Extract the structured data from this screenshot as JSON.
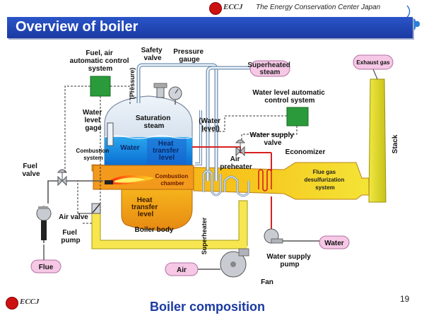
{
  "header": {
    "org_abbr": "ECCJ",
    "org_name": "The Energy Conservation Center Japan"
  },
  "title": "Overview of boiler",
  "caption": "Boiler composition",
  "page_number": "19",
  "labels": {
    "fuel_air_control": [
      "Fuel, air",
      "automatic control",
      "system"
    ],
    "safety_valve": [
      "Safety",
      "valve"
    ],
    "pressure_gauge": [
      "Pressure",
      "gauge"
    ],
    "pressure": "(Pressure)",
    "superheated_steam": [
      "Superheated",
      "steam"
    ],
    "exhaust_gas": "Exhaust gas",
    "water_level_control": [
      "Water level automatic",
      "control system"
    ],
    "water_level_gage": [
      "Water",
      "level",
      "gage"
    ],
    "saturation_steam": [
      "Saturation",
      "steam"
    ],
    "water_level": [
      "(Water",
      "level)"
    ],
    "water_supply_valve": [
      "Water supply",
      "valve"
    ],
    "stack": "Stack",
    "water": "Water",
    "heat_transfer_upper": [
      "Heat",
      "transfer",
      "level"
    ],
    "combustion_system": [
      "Combustion",
      "system"
    ],
    "economizer": "Economizer",
    "air_preheater": [
      "Air",
      "preheater"
    ],
    "fuel_valve": [
      "Fuel",
      "valve"
    ],
    "combustion_chamber": [
      "Combustion",
      "chamber"
    ],
    "flue_gas_system": [
      "Flue gas",
      "desulfurization",
      "system"
    ],
    "heat_transfer_lower": [
      "Heat",
      "transfer",
      "level"
    ],
    "air_valve": "Air valve",
    "superheater": "Superheater",
    "boiler_body": "Boiler body",
    "fuel_pump": [
      "Fuel",
      "pump"
    ],
    "flue": "Flue",
    "water_input": "Water",
    "water_supply_pump": [
      "Water supply",
      "pump"
    ],
    "air_input": "Air",
    "fan": "Fan"
  }
}
